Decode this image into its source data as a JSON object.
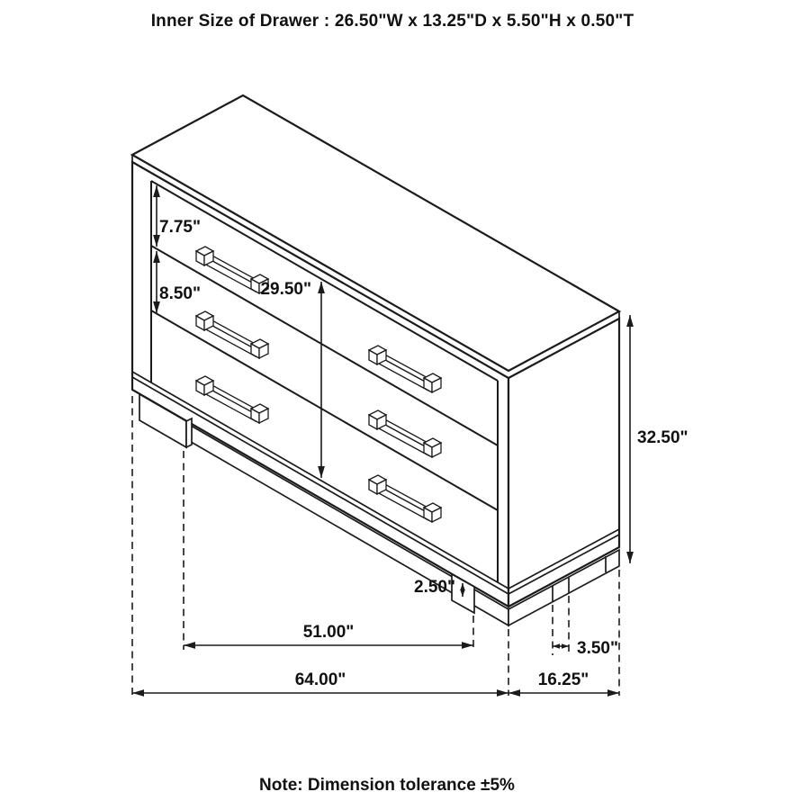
{
  "title": "Inner Size of Drawer : 26.50\"W x 13.25\"D x 5.50\"H x 0.50\"T",
  "note": "Note: Dimension tolerance ±5%",
  "dimensions": {
    "top_drawer_height": "7.75\"",
    "middle_drawer_height": "8.50\"",
    "drawer_bank_height": "29.50\"",
    "overall_height": "32.50\"",
    "base_height": "2.50\"",
    "leg_span_width": "51.00\"",
    "overall_width": "64.00\"",
    "overall_depth": "16.25\"",
    "leg_width": "3.50\""
  },
  "colors": {
    "line": "#1b1b1b",
    "background": "#ffffff"
  }
}
